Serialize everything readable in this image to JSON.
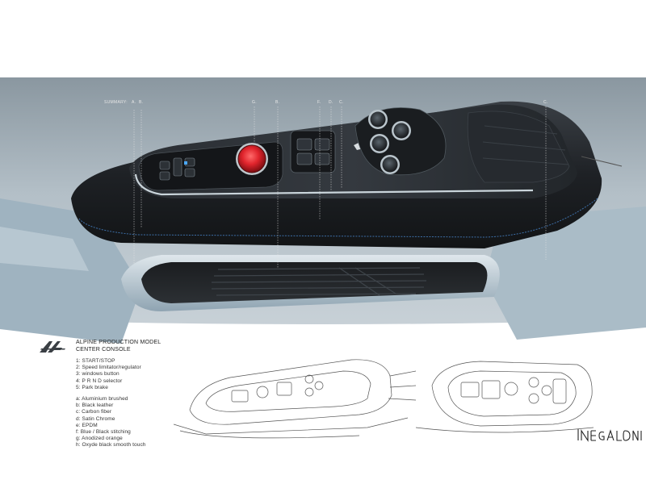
{
  "summary": {
    "label": "SUMMARY:"
  },
  "callouts": {
    "a": "A.",
    "b1": "B.",
    "g": "G.",
    "b2": "B.",
    "f": "F.",
    "d": "D.",
    "c1": "C.",
    "c2": "C."
  },
  "title": {
    "line1": "ALPINE PRODUCTION MODEL",
    "line2": "CENTER CONSOLE"
  },
  "controls": [
    "1: START/STOP",
    "2: Speed limitator/regulator",
    "3: windows button",
    "4: P R N D selector",
    "5: Park brake"
  ],
  "materials": [
    "a: Aluminium brushed",
    "b: Black leather",
    "c: Carbon fiber",
    "d: Satin Chrome",
    "e: EPDM",
    "f: Blue / Black stitching",
    "g: Anodized orange",
    "h: Oxyde black smooth touch"
  ],
  "colors": {
    "console_body": "#1f2226",
    "backdrop": "#a9b6be",
    "trim_blue": "#9bb4c4",
    "start_button": "#e0242c",
    "stitching": "#3d6fa8"
  }
}
